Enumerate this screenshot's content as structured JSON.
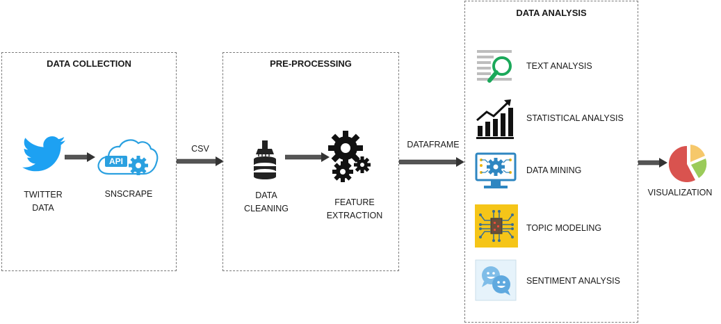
{
  "stages": {
    "collection": {
      "title": "DATA COLLECTION",
      "twitter_l1": "TWITTER",
      "twitter_l2": "DATA",
      "snscrape": "SNSCRAPE",
      "api_badge": "API"
    },
    "preprocessing": {
      "title": "PRE-PROCESSING",
      "cleaning_l1": "DATA",
      "cleaning_l2": "CLEANING",
      "feature_l1": "FEATURE",
      "feature_l2": "EXTRACTION"
    },
    "analysis": {
      "title": "DATA ANALYSIS",
      "items": [
        {
          "label": "TEXT ANALYSIS",
          "icon": "text-search-icon"
        },
        {
          "label": "STATISTICAL ANALYSIS",
          "icon": "bar-chart-trend-icon"
        },
        {
          "label": "DATA MINING",
          "icon": "monitor-gear-icon"
        },
        {
          "label": "TOPIC MODELING",
          "icon": "circuit-chip-icon"
        },
        {
          "label": "SENTIMENT ANALYSIS",
          "icon": "chat-faces-icon"
        }
      ]
    },
    "visualization": {
      "label": "VISUALIZATION",
      "icon": "pie-chart-icon"
    }
  },
  "connectors": {
    "csv": "CSV",
    "dataframe": "DATAFRAME"
  },
  "colors": {
    "twitter": "#1DA1F2",
    "api_blue": "#2AA0E0",
    "search_green": "#1BA85A",
    "mining_blue": "#2E86C1",
    "topic_yellow": "#F5C518",
    "sentiment_bg": "#E6F3FB",
    "pie_red": "#D9534F",
    "pie_green": "#9BCB5A",
    "pie_yellow": "#F6C86B",
    "arrow": "#555555"
  }
}
